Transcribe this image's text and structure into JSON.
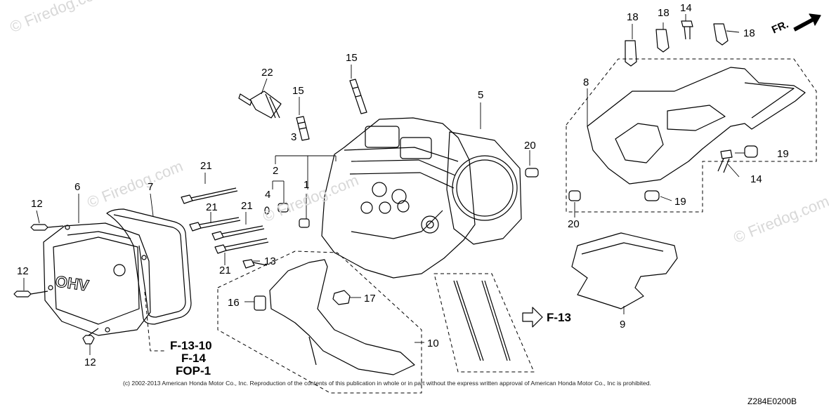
{
  "watermarks": [
    "© Firedog.com",
    "© Firedog.com",
    "© Firedog.com",
    "© Firedog.com"
  ],
  "part_labels": {
    "p1": "1",
    "p2": "2",
    "p3": "3",
    "p4": "4",
    "p5": "5",
    "p6": "6",
    "p7": "7",
    "p8": "8",
    "p9": "9",
    "p10": "10",
    "p12a": "12",
    "p12b": "12",
    "p12c": "12",
    "p13": "13",
    "p14a": "14",
    "p14b": "14",
    "p15a": "15",
    "p15b": "15",
    "p16": "16",
    "p17": "17",
    "p18a": "18",
    "p18b": "18",
    "p18c": "18",
    "p19a": "19",
    "p19b": "19",
    "p20a": "20",
    "p20b": "20",
    "p21a": "21",
    "p21b": "21",
    "p21c": "21",
    "p21d": "21",
    "p22": "22"
  },
  "references": {
    "f1310": "F-13-10",
    "f14": "F-14",
    "fop1": "FOP-1",
    "f13": "F-13"
  },
  "cover_text": "OHV",
  "direction_label": "FR.",
  "copyright": "(c) 2002-2013 American Honda Motor Co., Inc. Reproduction of the contents of this publication in whole or in part without the express written approval of American Honda Motor Co., Inc is prohibited.",
  "diagram_code": "Z284E0200B"
}
